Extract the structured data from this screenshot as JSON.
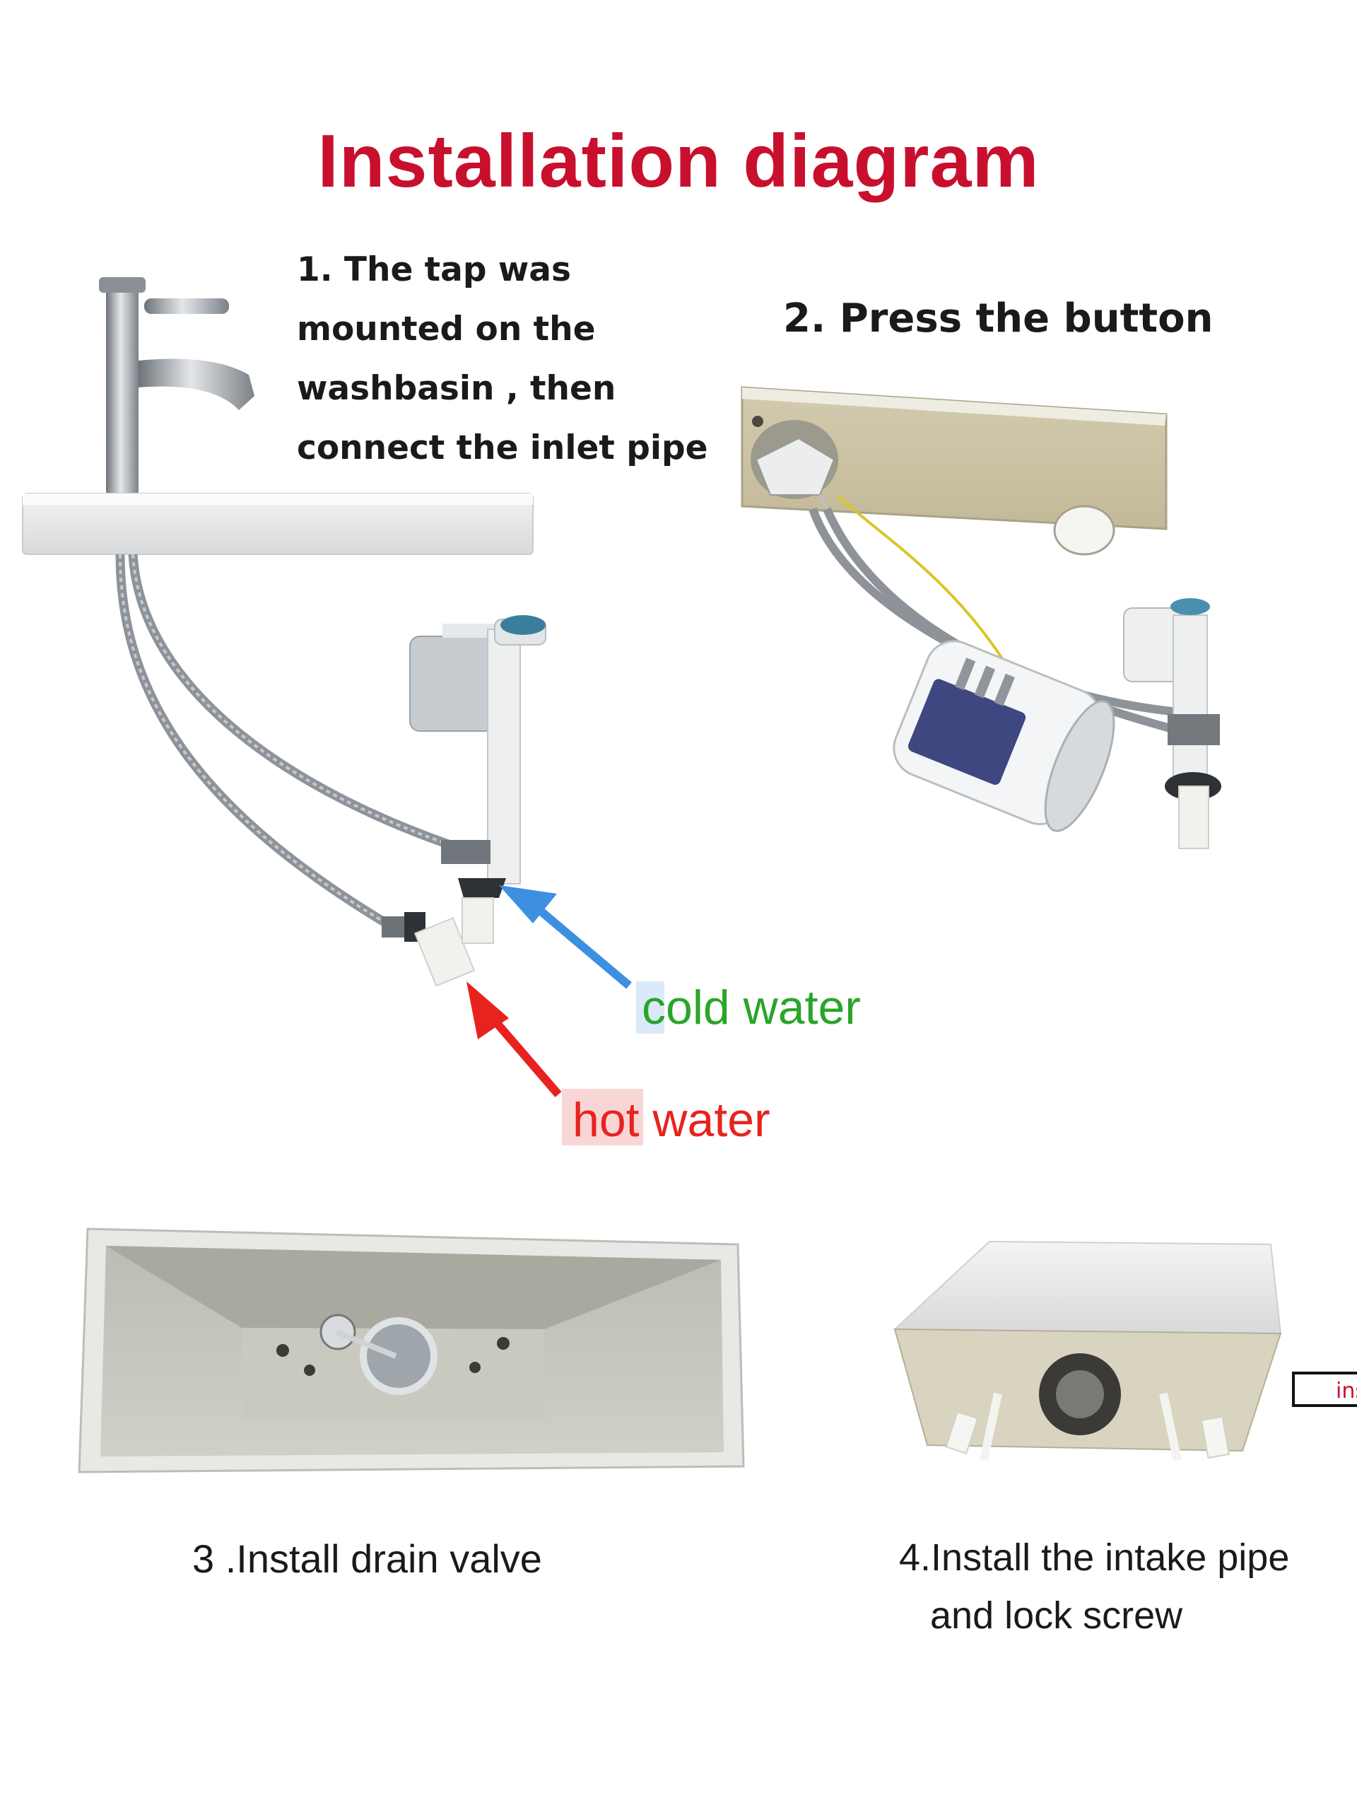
{
  "title": "Installation diagram",
  "steps": {
    "step1": [
      "1. The tap was",
      "mounted on the",
      "washbasin ,  then",
      "connect the inlet pipe"
    ],
    "step2": "2. Press the button",
    "step3": "3 .Install drain valve",
    "step4": [
      "4.Install the intake pipe",
      "and lock screw"
    ]
  },
  "labels": {
    "cold_water": "cold water",
    "hot_water": "hot water",
    "cropped_label": "ins"
  },
  "colors": {
    "title": "#c8102e",
    "cold_water": "#2aa52a",
    "hot_water": "#e8231f",
    "cold_arrow": "#3d8fe0",
    "hot_arrow": "#e8231f"
  }
}
